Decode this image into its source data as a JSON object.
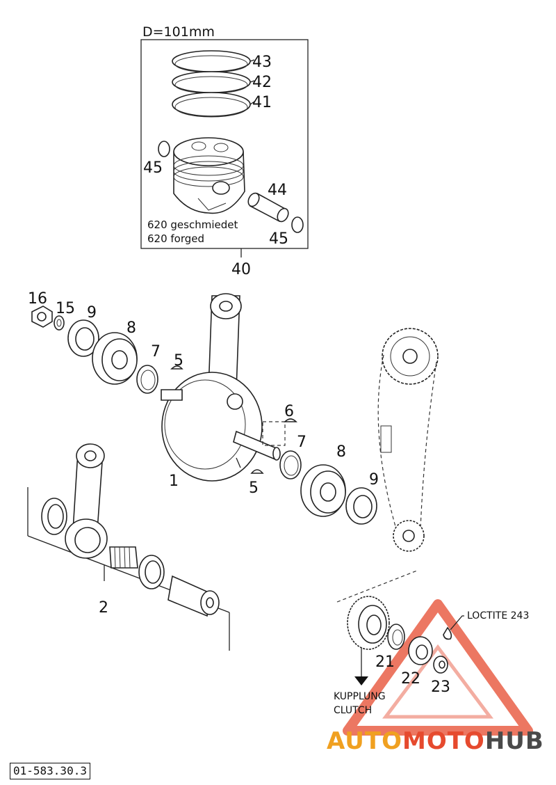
{
  "diameter_label": "D=101mm",
  "callouts": {
    "c1": "1",
    "c2": "2",
    "c5a": "5",
    "c5b": "5",
    "c6": "6",
    "c7a": "7",
    "c7b": "7",
    "c8a": "8",
    "c8b": "8",
    "c9a": "9",
    "c9b": "9",
    "c15": "15",
    "c16": "16",
    "c21": "21",
    "c22": "22",
    "c23": "23",
    "c40": "40",
    "c41": "41",
    "c42": "42",
    "c43": "43",
    "c44": "44",
    "c45a": "45",
    "c45b": "45"
  },
  "piston_note_de": "620 geschmiedet",
  "piston_note_en": "620 forged",
  "loctite_label": "LOCTITE 243",
  "clutch_label_de": "KUPPLUNG",
  "clutch_label_en": "CLUTCH",
  "document_number": "01-583.30.3",
  "watermark": {
    "part1": "AUTO",
    "part2": "MOTO",
    "part3": "HUB",
    "colors": {
      "auto": "#f0a020",
      "moto": "#e64a2e",
      "hub": "#4a4a4a",
      "triangle": "#e64a2e"
    }
  }
}
